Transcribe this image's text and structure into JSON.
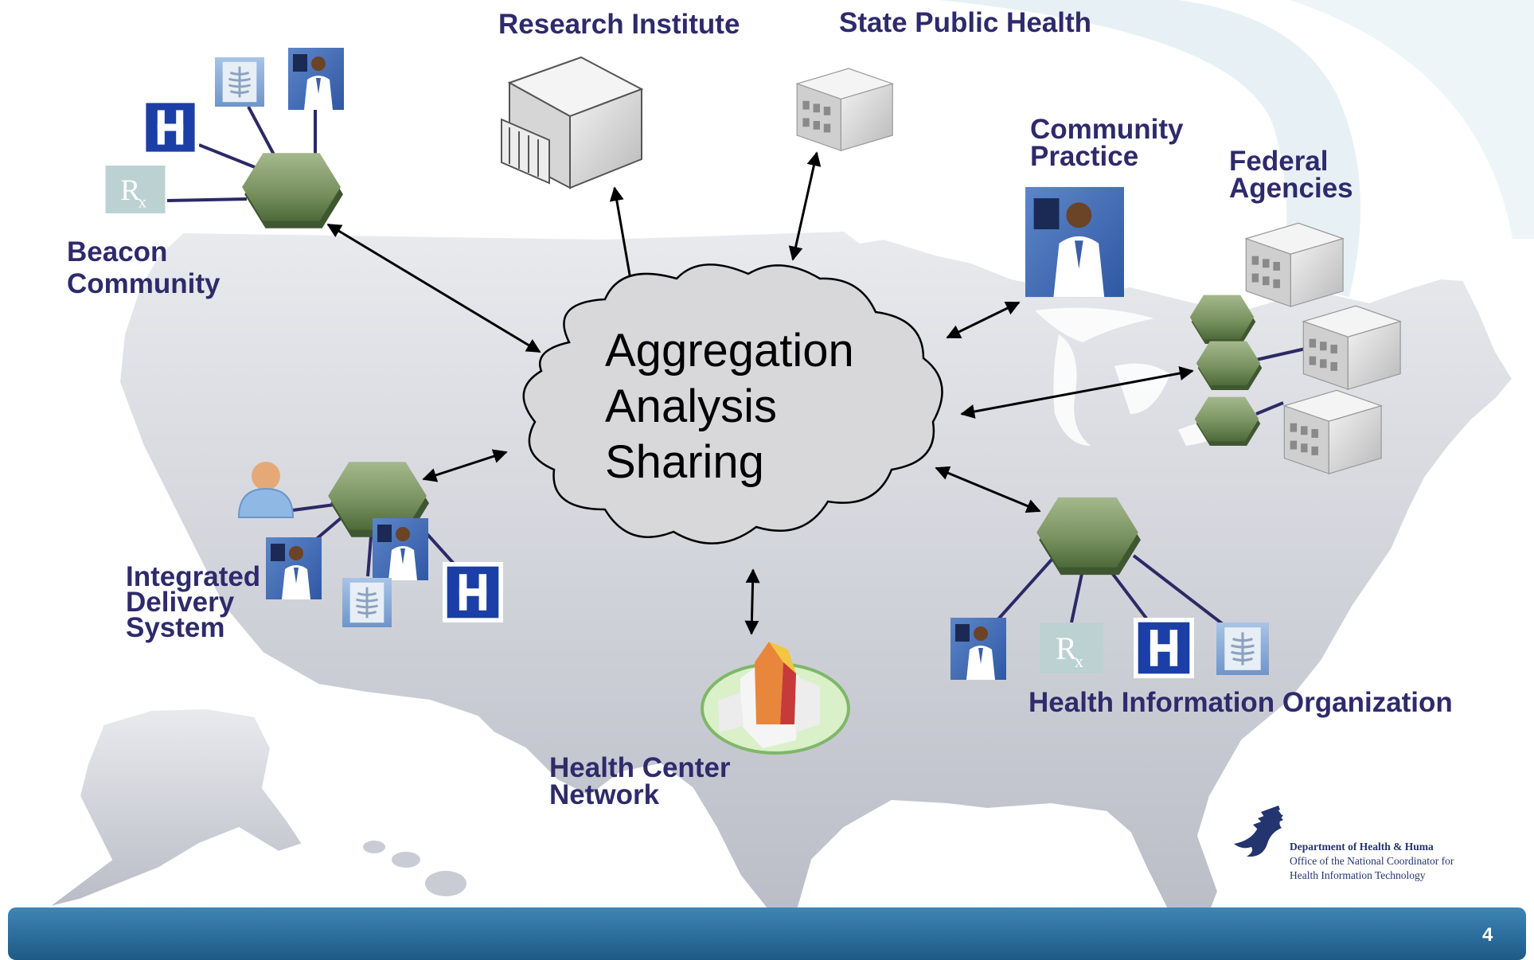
{
  "center": {
    "lines": [
      "Aggregation",
      "Analysis",
      "Sharing"
    ]
  },
  "nodes": {
    "beacon": {
      "lines": [
        "Beacon",
        "Community"
      ]
    },
    "research": {
      "lines": [
        "Research Institute"
      ]
    },
    "state": {
      "lines": [
        "State Public Health"
      ]
    },
    "community": {
      "lines": [
        "Community",
        "Practice"
      ]
    },
    "federal": {
      "lines": [
        "Federal",
        "Agencies"
      ]
    },
    "ids": {
      "lines": [
        "Integrated",
        "Delivery",
        "System"
      ]
    },
    "hcn": {
      "lines": [
        "Health Center",
        "Network"
      ]
    },
    "hio": {
      "lines": [
        "Health Information Organization"
      ]
    }
  },
  "logo": {
    "line1": "Department of Health & Huma",
    "line2": "Office of the National Coordinator for",
    "line3": "Health Information Technology"
  },
  "footer": {
    "page_number": "4"
  },
  "icons": {
    "hospital": "hospital-H-icon",
    "pharmacy": "rx-pharmacy-icon",
    "xray": "xray-icon",
    "doctor": "doctor-icon",
    "building": "office-building-icon",
    "hub": "hexagon-hub-icon",
    "person": "patient-person-icon"
  },
  "colors": {
    "label": "#2e2a6b",
    "hub": "#7a9461",
    "link": "#2c2966",
    "footer_band": "#2f6f9c",
    "hospital_blue": "#1b3fa6"
  }
}
